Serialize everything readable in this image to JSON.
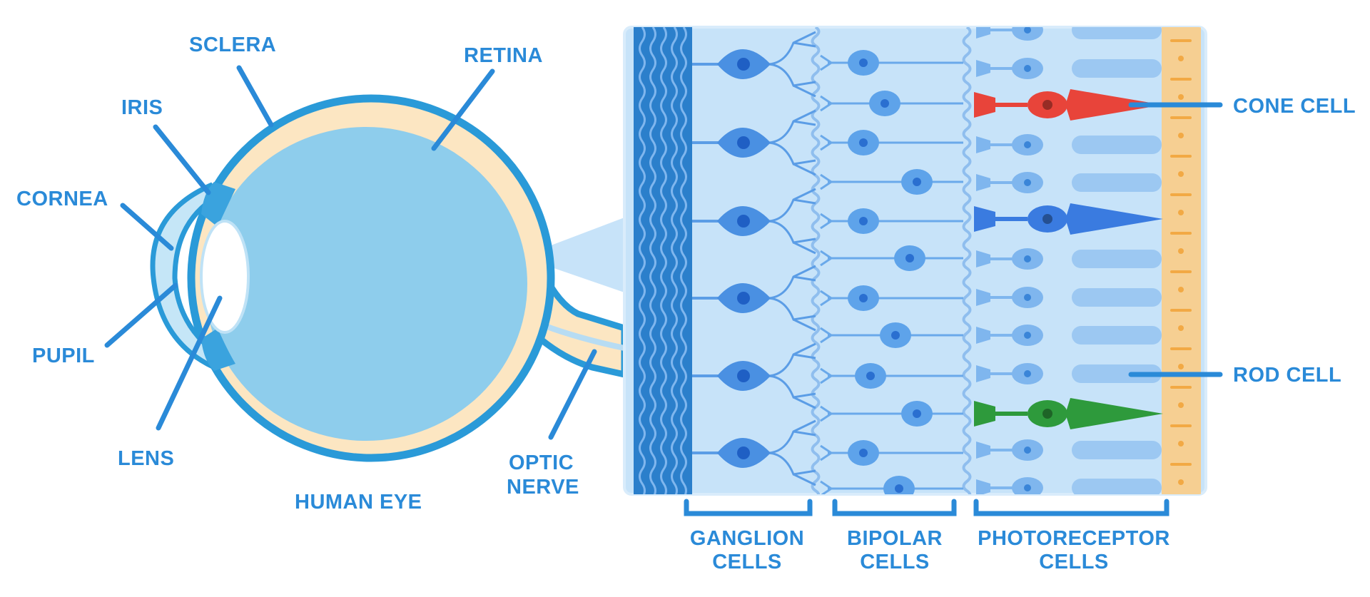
{
  "eye": {
    "title": "HUMAN EYE",
    "labels": {
      "sclera": "SCLERA",
      "retina": "RETINA",
      "iris": "IRIS",
      "cornea": "CORNEA",
      "pupil": "PUPIL",
      "lens": "LENS",
      "optic_nerve_line1": "OPTIC",
      "optic_nerve_line2": "NERVE"
    }
  },
  "retina_detail": {
    "callouts": {
      "cone_cell": "CONE CELL",
      "rod_cell": "ROD CELL"
    },
    "layers": {
      "ganglion_line1": "GANGLION",
      "ganglion_line2": "CELLS",
      "bipolar_line1": "BIPOLAR",
      "bipolar_line2": "CELLS",
      "photoreceptor_line1": "PHOTORECEPTOR",
      "photoreceptor_line2": "CELLS"
    },
    "cone_colors": [
      "#e8443a",
      "#3a7be0",
      "#2e9a3c"
    ]
  },
  "colors": {
    "label": "#2a8ad8",
    "eye_fill": "#8ecdec",
    "sclera_stroke": "#2a9ad8",
    "choroid": "#fce6c2",
    "panel_bg": "#c7e3f9",
    "nerve_fiber": "#2b7fcb",
    "ganglion": "#4a90e2",
    "bipolar": "#5ea3ea",
    "rod": "#7fb6ee",
    "pigment": "#f6cf92"
  }
}
